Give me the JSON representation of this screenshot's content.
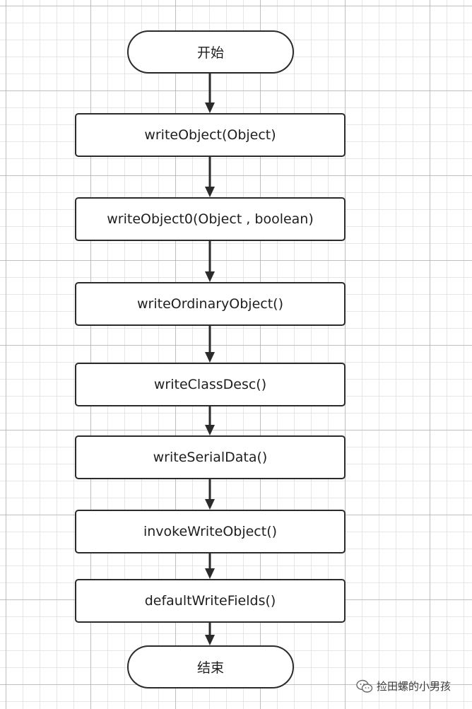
{
  "flowchart": {
    "start": "开始",
    "steps": [
      "writeObject(Object)",
      "writeObject0(Object , boolean)",
      "writeOrdinaryObject()",
      "writeClassDesc()",
      "writeSerialData()",
      "invokeWriteObject()",
      "defaultWriteFields()"
    ],
    "end": "结束"
  },
  "watermark": {
    "icon": "wechat-icon",
    "text": "捡田螺的小男孩"
  },
  "colors": {
    "stroke": "#2b2b2b",
    "text": "#1e1e1e",
    "background": "#ffffff"
  }
}
